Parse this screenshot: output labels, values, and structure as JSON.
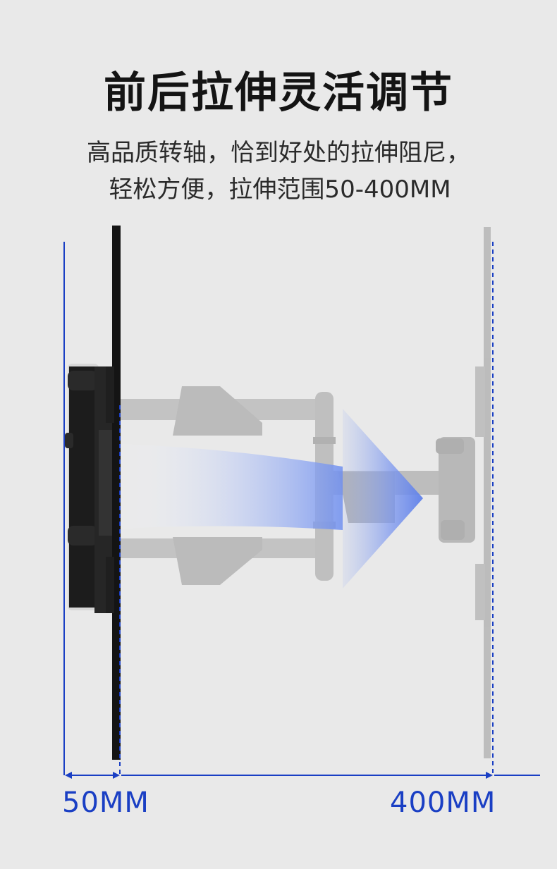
{
  "heading": {
    "title": "前后拉伸灵活调节",
    "subtitle_line1": "高品质转轴，恰到好处的拉伸阻尼，",
    "subtitle_line2": "轻松方便，拉伸范围50-400MM"
  },
  "measurements": {
    "min_label": "50MM",
    "max_label": "400MM"
  },
  "colors": {
    "background": "#e9e9e9",
    "accent_blue": "#1a3fc4",
    "arrow_blue": "#6f8ff0",
    "mount_black": "#1c1c1c",
    "ghost_gray": "#bcbcbc"
  },
  "icons": {
    "direction": "arrow-right-icon"
  }
}
